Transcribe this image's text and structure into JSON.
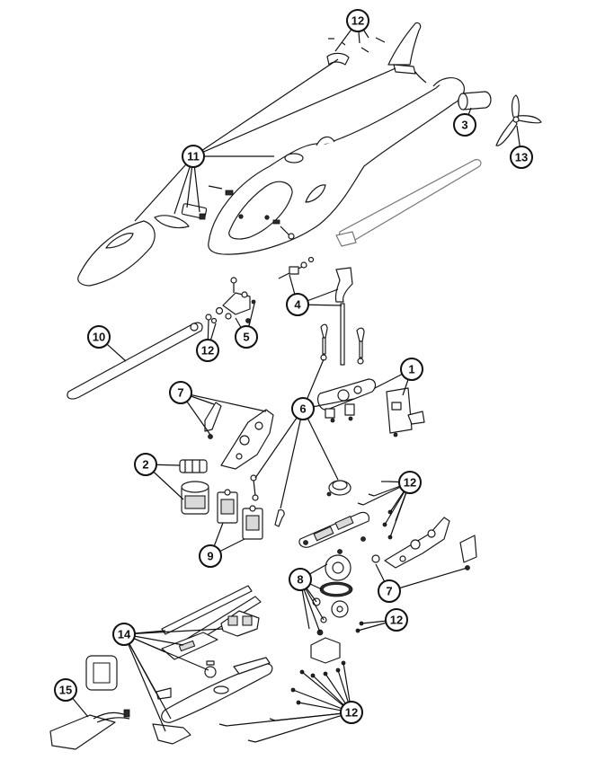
{
  "diagram": {
    "callouts": [
      {
        "id": "c12a",
        "label": "12"
      },
      {
        "id": "c3",
        "label": "3"
      },
      {
        "id": "c13",
        "label": "13"
      },
      {
        "id": "c11",
        "label": "11"
      },
      {
        "id": "c4",
        "label": "4"
      },
      {
        "id": "c10",
        "label": "10"
      },
      {
        "id": "c12b",
        "label": "12"
      },
      {
        "id": "c5",
        "label": "5"
      },
      {
        "id": "c1",
        "label": "1"
      },
      {
        "id": "c7a",
        "label": "7"
      },
      {
        "id": "c6",
        "label": "6"
      },
      {
        "id": "c2",
        "label": "2"
      },
      {
        "id": "c12c",
        "label": "12"
      },
      {
        "id": "c9",
        "label": "9"
      },
      {
        "id": "c8",
        "label": "8"
      },
      {
        "id": "c7b",
        "label": "7"
      },
      {
        "id": "c12d",
        "label": "12"
      },
      {
        "id": "c14",
        "label": "14"
      },
      {
        "id": "c15",
        "label": "15"
      },
      {
        "id": "c12e",
        "label": "12"
      }
    ]
  }
}
